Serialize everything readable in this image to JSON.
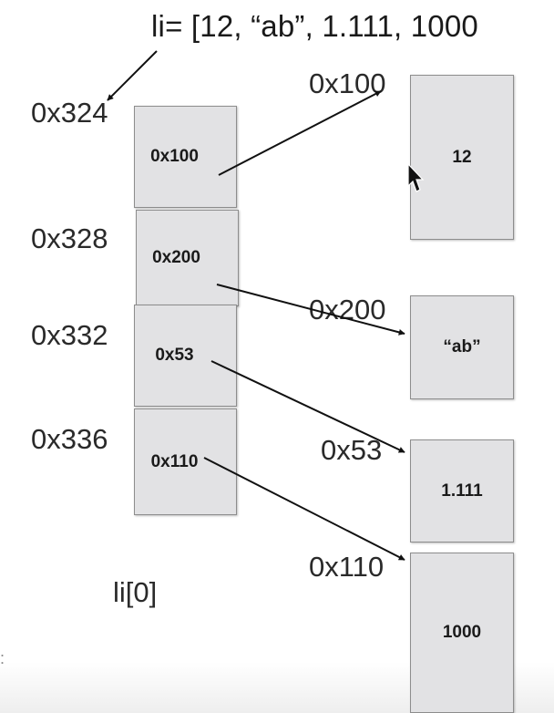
{
  "title": "li= [12, “ab”, 1.111, 1000",
  "index_label": "li[0]",
  "edge_mark": ":",
  "list_cells": [
    {
      "addr": "0x324",
      "value": "0x100"
    },
    {
      "addr": "0x328",
      "value": "0x200"
    },
    {
      "addr": "0x332",
      "value": "0x53"
    },
    {
      "addr": "0x336",
      "value": "0x110"
    }
  ],
  "objects": [
    {
      "addr": "0x100",
      "value": "12"
    },
    {
      "addr": "0x200",
      "value": "“ab”"
    },
    {
      "addr": "0x53",
      "value": "1.111"
    },
    {
      "addr": "0x110",
      "value": "1000"
    }
  ],
  "colors": {
    "cell_fill": "#e2e2e4",
    "cell_border": "#8d8d8d",
    "line": "#111111"
  }
}
